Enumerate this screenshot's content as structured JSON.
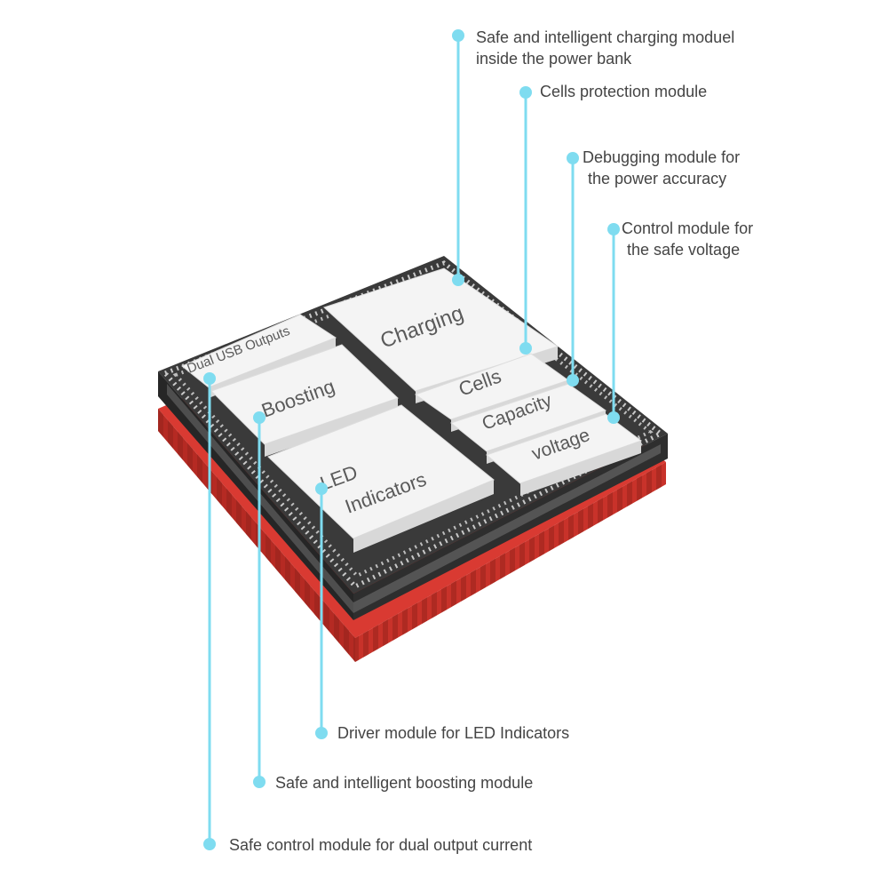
{
  "diagram": {
    "accent_color": "#7fdcf0",
    "board_colors": {
      "top_layer": "#3a3a3a",
      "pins": "#c9c9c9",
      "base_layer": "#d93a32",
      "module_face": "#f2f2f2"
    },
    "modules": {
      "dual_usb": "Dual USB Outputs",
      "charging": "Charging",
      "boosting": "Boosting",
      "cells": "Cells",
      "capacity": "Capacity",
      "voltage": "voltage",
      "led_line1": "LED",
      "led_line2": "Indicators"
    },
    "callouts": {
      "charging": {
        "line1": "Safe and intelligent charging moduel",
        "line2": "inside the power bank"
      },
      "cells": {
        "line1": "Cells protection module"
      },
      "capacity": {
        "line1": "Debugging module for",
        "line2": "the power accuracy"
      },
      "voltage": {
        "line1": "Control module for",
        "line2": "the safe voltage"
      },
      "led": {
        "line1": "Driver module for LED Indicators"
      },
      "boosting": {
        "line1": "Safe and intelligent boosting module"
      },
      "dual_usb": {
        "line1": "Safe control module for dual output current"
      }
    }
  }
}
